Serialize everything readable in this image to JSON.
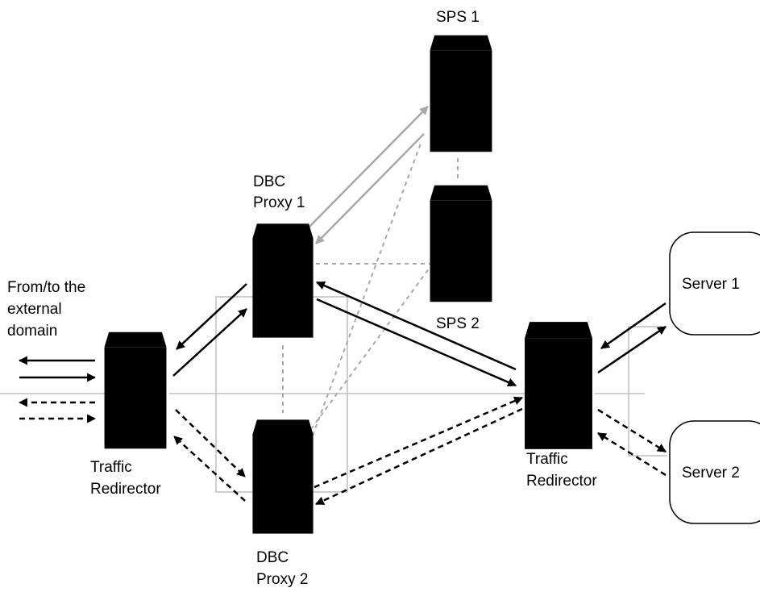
{
  "labels": {
    "sps1": "SPS 1",
    "sps2": "SPS 2",
    "dbc_proxy1": [
      "DBC",
      "Proxy 1"
    ],
    "dbc_proxy2": [
      "DBC",
      "Proxy 2"
    ],
    "external": [
      "From/to the",
      "external",
      "domain"
    ],
    "traffic_redirector_left": [
      "Traffic",
      "Redirector"
    ],
    "traffic_redirector_right": [
      "Traffic",
      "Redirector"
    ],
    "server1": "Server 1",
    "server2": "Server 2"
  },
  "colors": {
    "active_server": "#3a3a3a",
    "inactive_server": "#b8b8b8",
    "arrow_solid": "#000000",
    "arrow_gray": "#a8a8a8",
    "link_gray": "#bdbdbd"
  }
}
